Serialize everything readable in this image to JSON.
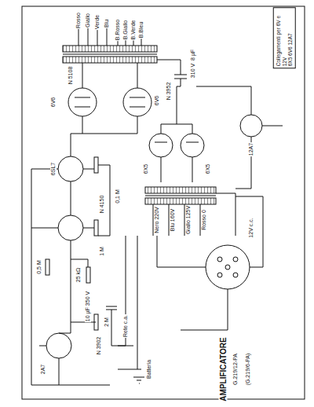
{
  "diagram": {
    "title": "AMPLIFICATORE",
    "nodes": [
      {
        "text": [
          "Collegamenti per 6V e 12V",
          "6X5 6V6 12A7"
        ]
      }
    ],
    "labels": [
      "Rosso",
      "Giallo",
      "Verde",
      "Blu",
      "B.Rosso",
      "B.Giallo",
      "B.Verde",
      "B.Bleu",
      "N 5108",
      "N 3952",
      "310 V",
      "8 µF",
      "6V6",
      "6V6",
      "6X5",
      "6X5",
      "12A7",
      "6SL7",
      "N 4150",
      "0,5 M",
      "1 M",
      "0,1 M",
      "25 kΩ",
      "2 M",
      "Nero 220V",
      "Blu 160V",
      "Giallo 125V",
      "Rosso 0",
      "12V c.c.",
      "Rete c.a.",
      "Batteria",
      "N 3902",
      "10 µF 350 V",
      "2A7",
      "G.219/12-PA",
      "(G.219/6-PA)"
    ]
  }
}
